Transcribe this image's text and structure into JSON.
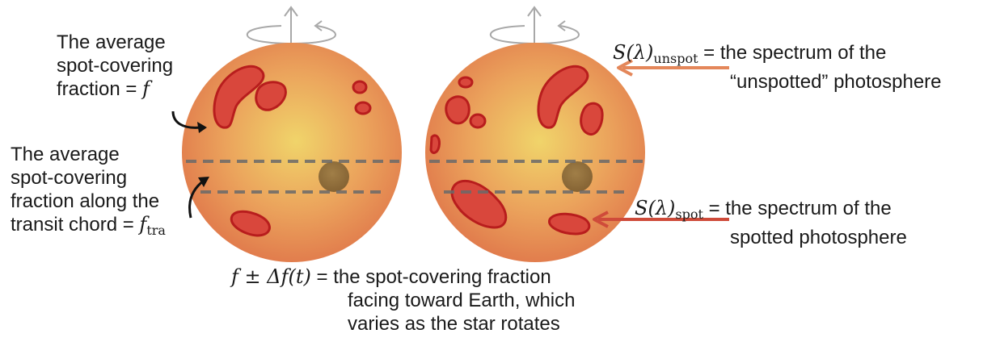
{
  "labels": {
    "avg_fraction": {
      "line1": "The average",
      "line2": "spot-covering",
      "line3": "fraction = ",
      "symbol": "f"
    },
    "transit_fraction": {
      "line1": "The average",
      "line2": "spot-covering",
      "line3": "fraction along the",
      "line4": "transit chord = ",
      "symbol": "f",
      "symbol_sub": "tra"
    },
    "unspotted": {
      "symbol": "S(λ)",
      "symbol_sub": "unspot",
      "line1": " = the spectrum of the",
      "line2": "“unspotted” photosphere"
    },
    "spotted": {
      "symbol": "S(λ)",
      "symbol_sub": "spot",
      "line1": " = the spectrum of the",
      "line2": "spotted photosphere"
    },
    "facing": {
      "symbol": "f ± Δf(t)",
      "line1": " = the spot-covering fraction",
      "line2": "facing toward Earth, which",
      "line3": "varies as the star rotates"
    }
  },
  "colors": {
    "star_center": "#f0d36a",
    "star_edge": "#e0794a",
    "spot_fill": "#d9473c",
    "spot_stroke": "#b81d1d",
    "planet": "#8a6a3a",
    "chord_dash": "#6a6a6a",
    "unspot_arrow": "#e4875a",
    "spot_arrow": "#cf4b3a",
    "rotation_arrow": "#a8a8a8",
    "text": "#1a1a1a"
  },
  "icons": [
    "rotation-axis-icon",
    "rotation-arrow-icon",
    "curved-arrow-icon"
  ]
}
